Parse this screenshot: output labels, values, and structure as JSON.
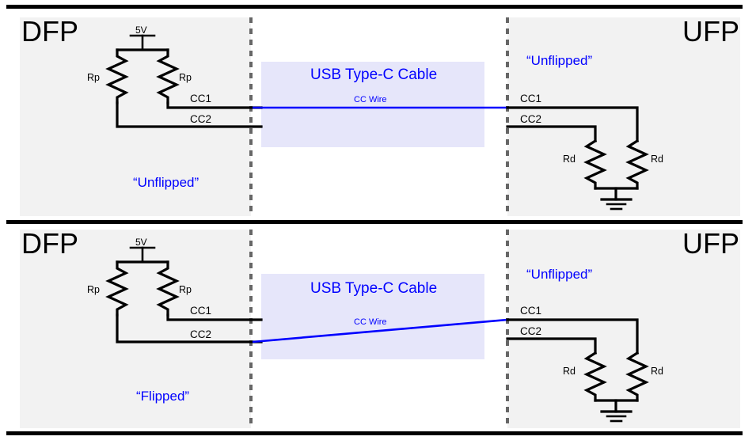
{
  "figure": {
    "title_alt": "USB Type-C CC wire orientation diagram",
    "colors": {
      "accent_blue": "#0000FF",
      "panel_gray": "#F2F2F2",
      "cable_lavender": "#E6E6FA",
      "dash_gray": "#666666",
      "wire_black": "#000000"
    }
  },
  "cable": {
    "title": "USB Type-C Cable",
    "wire_label": "CC Wire"
  },
  "panels": [
    {
      "id": "unflipped-cable",
      "dfp": {
        "port_label": "DFP",
        "supply_label": "5V",
        "orientation_label": "“Unflipped”",
        "resistors": [
          {
            "label": "Rp",
            "side": "left"
          },
          {
            "label": "Rp",
            "side": "right"
          }
        ],
        "signals": [
          {
            "name": "CC1"
          },
          {
            "name": "CC2"
          }
        ]
      },
      "ufp": {
        "port_label": "UFP",
        "orientation_label": "“Unflipped”",
        "resistors": [
          {
            "label": "Rd",
            "side": "left"
          },
          {
            "label": "Rd",
            "side": "right"
          }
        ],
        "signals": [
          {
            "name": "CC1"
          },
          {
            "name": "CC2"
          }
        ],
        "ground": "ground-symbol"
      },
      "cc_connection": {
        "from": "CC1",
        "to": "CC1",
        "style": "straight"
      }
    },
    {
      "id": "flipped-cable",
      "dfp": {
        "port_label": "DFP",
        "supply_label": "5V",
        "orientation_label": "“Flipped”",
        "resistors": [
          {
            "label": "Rp",
            "side": "left"
          },
          {
            "label": "Rp",
            "side": "right"
          }
        ],
        "signals": [
          {
            "name": "CC1"
          },
          {
            "name": "CC2"
          }
        ]
      },
      "ufp": {
        "port_label": "UFP",
        "orientation_label": "“Unflipped”",
        "resistors": [
          {
            "label": "Rd",
            "side": "left"
          },
          {
            "label": "Rd",
            "side": "right"
          }
        ],
        "signals": [
          {
            "name": "CC1"
          },
          {
            "name": "CC2"
          }
        ],
        "ground": "ground-symbol"
      },
      "cc_connection": {
        "from": "CC2",
        "to": "CC1",
        "style": "diagonal"
      }
    }
  ]
}
